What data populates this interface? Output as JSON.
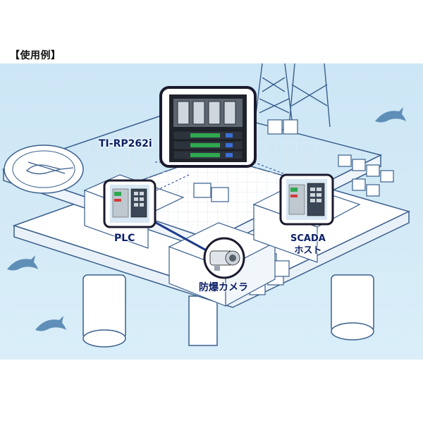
{
  "heading": "【使用例】",
  "labels": {
    "router": "TI-RP262i",
    "plc": "PLC",
    "scada_line1": "SCADA",
    "scada_line2": "ホスト",
    "camera": "防爆カメラ"
  },
  "colors": {
    "sea": "#cfe6f4",
    "outline": "#3a5f8c",
    "label": "#0b1f66",
    "link": "#1c3b8a"
  }
}
